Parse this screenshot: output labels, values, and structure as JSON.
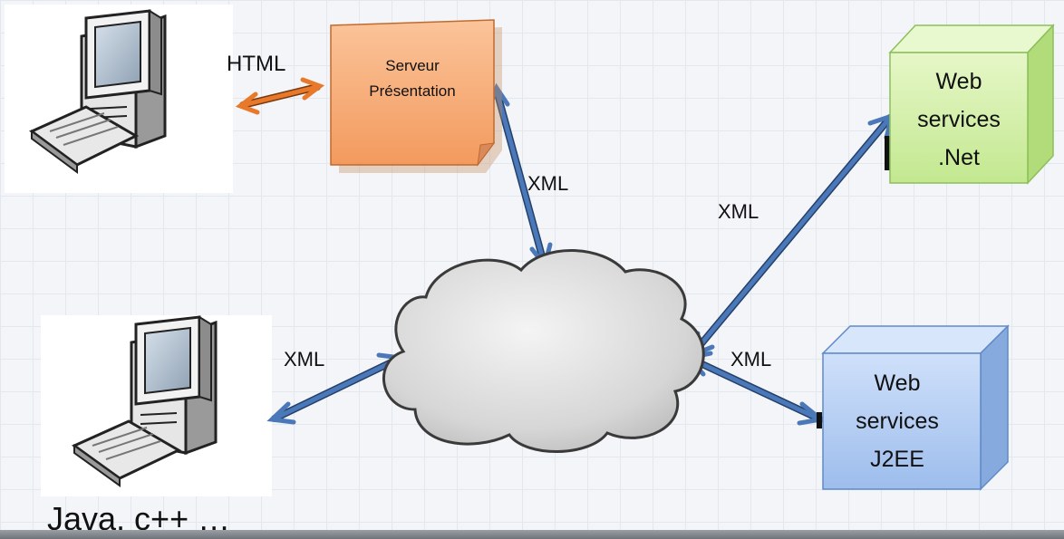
{
  "diagram": {
    "html_label": "HTML",
    "serveur_line1": "Serveur",
    "serveur_line2": "Présentation",
    "xml_server_cloud": "XML",
    "xml_net": "XML",
    "xml_client": "XML",
    "xml_j2ee": "XML",
    "net_line1": "Web",
    "net_line2": "services",
    "net_line3": ".Net",
    "j2ee_line1": "Web",
    "j2ee_line2": "services",
    "j2ee_line3": "J2EE",
    "caption": "Java, c++ …"
  },
  "colors": {
    "html_arrow": "#e8782a",
    "xml_arrow": "#4a78b8",
    "serveur_fill": "#f7b07a",
    "net_fill": "#cdeea0",
    "j2ee_fill": "#a9c6f0",
    "cloud_fill": "#d8d8d8"
  }
}
